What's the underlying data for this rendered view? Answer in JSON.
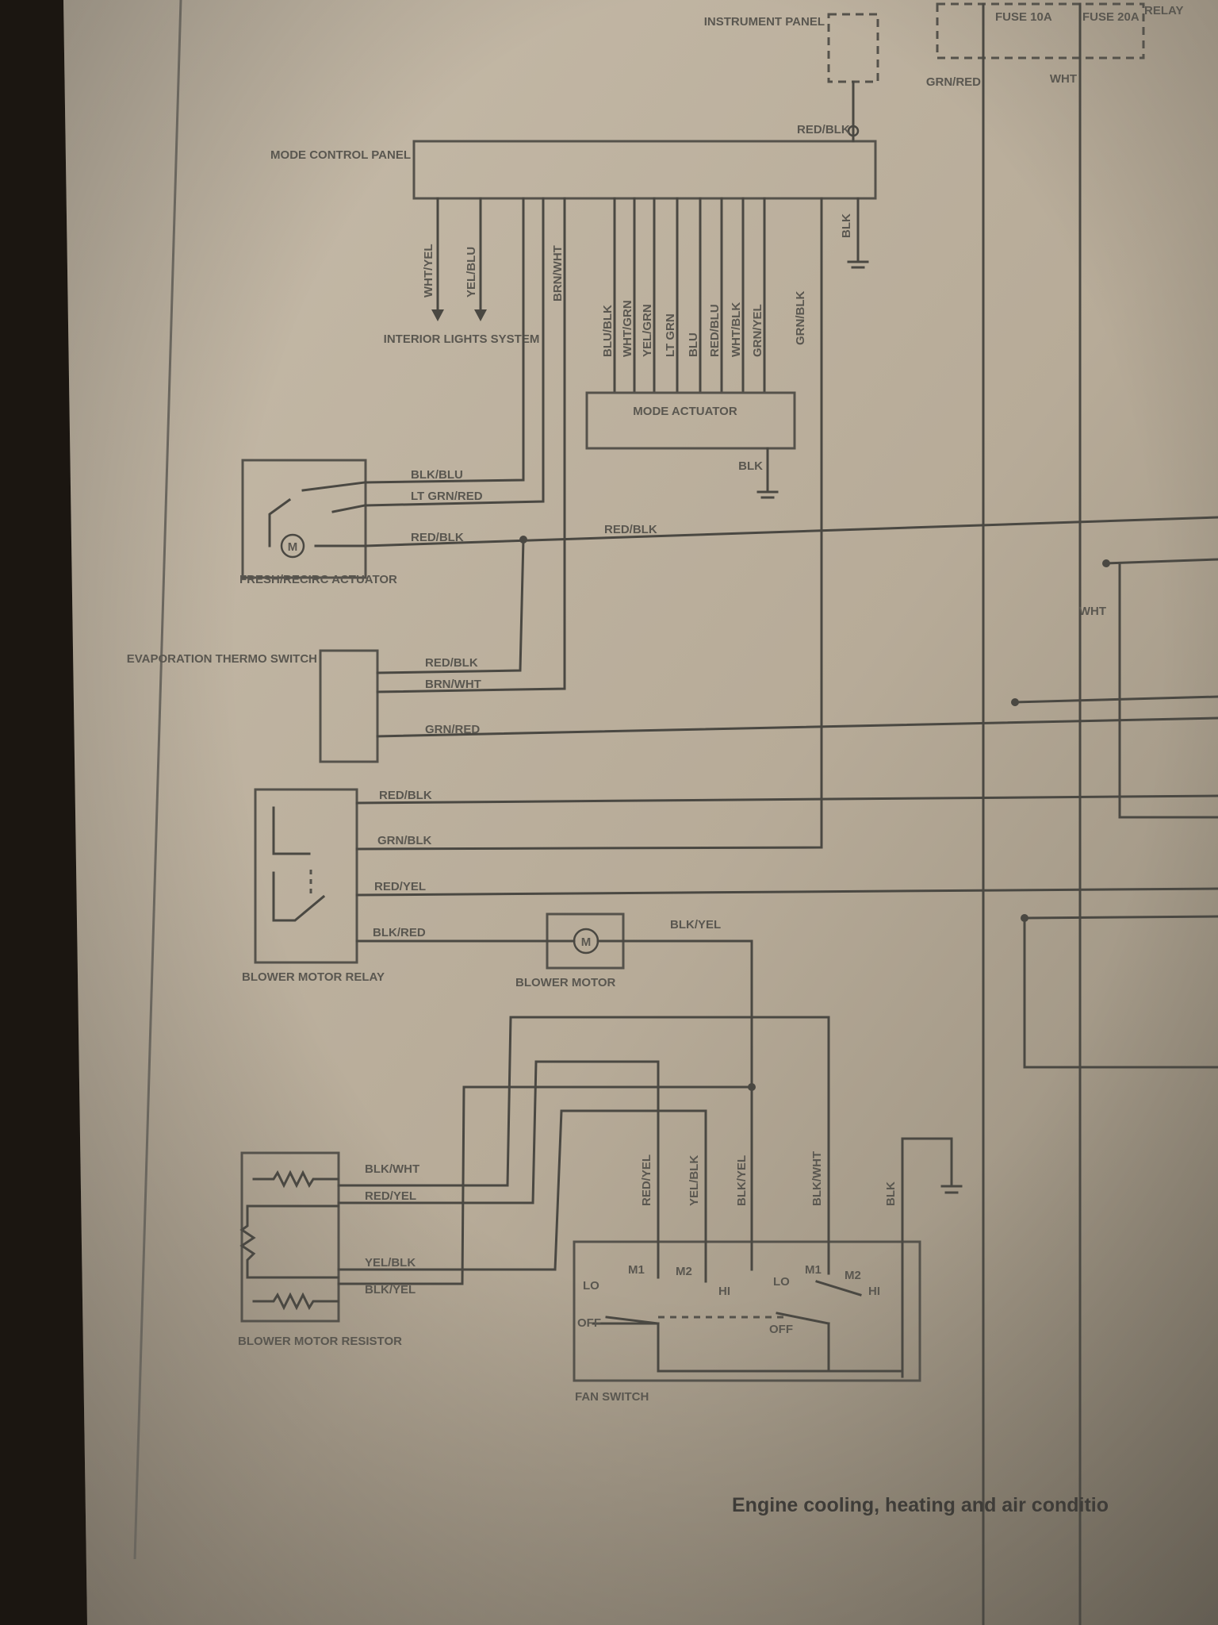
{
  "top": {
    "instrument_panel": "INSTRUMENT PANEL",
    "fuse_1": "FUSE 10A",
    "fuse_2": "FUSE 20A",
    "relay": "RELAY",
    "wire_grn_red_top": "GRN/RED",
    "wire_wht_top": "WHT"
  },
  "mode_control_panel": {
    "label": "MODE CONTROL PANEL",
    "wire_red_blk": "RED/BLK",
    "wire_blk": "BLK",
    "wires": [
      "WHT/YEL",
      "YEL/BLU",
      "BRN/WHT",
      "BLU/BLK",
      "WHT/GRN",
      "YEL/GRN",
      "LT GRN",
      "BLU",
      "RED/BLU",
      "WHT/BLK",
      "GRN/YEL",
      "GRN/BLK"
    ]
  },
  "interior_lights": "INTERIOR LIGHTS SYSTEM",
  "mode_actuator": {
    "label": "MODE ACTUATOR",
    "ground": "BLK"
  },
  "fresh_recirc": {
    "label": "FRESH/RECIRC ACTUATOR",
    "wires": [
      "BLK/BLU",
      "LT GRN/RED",
      "RED/BLK",
      "RED/BLK"
    ]
  },
  "evap_switch": {
    "label": "EVAPORATION THERMO SWITCH",
    "wires": [
      "RED/BLK",
      "BRN/WHT",
      "GRN/RED"
    ]
  },
  "right_wht": "WHT",
  "blower_relay": {
    "label": "BLOWER MOTOR RELAY",
    "wires": [
      "RED/BLK",
      "GRN/BLK",
      "RED/YEL",
      "BLK/RED"
    ]
  },
  "blower_motor": {
    "label": "BLOWER MOTOR",
    "symbol": "M",
    "wire": "BLK/YEL"
  },
  "resistor": {
    "label": "BLOWER MOTOR RESISTOR",
    "wires": [
      "BLK/WHT",
      "RED/YEL",
      "YEL/BLK",
      "BLK/YEL"
    ]
  },
  "fan_switch": {
    "label": "FAN SWITCH",
    "wires": [
      "RED/YEL",
      "YEL/BLK",
      "BLK/YEL",
      "BLK/WHT",
      "BLK"
    ],
    "terminals": [
      "LO",
      "M1",
      "M2",
      "HI",
      "OFF",
      "LO",
      "M1",
      "M2",
      "HI",
      "OFF"
    ]
  },
  "footer": "Engine cooling, heating and air conditio"
}
